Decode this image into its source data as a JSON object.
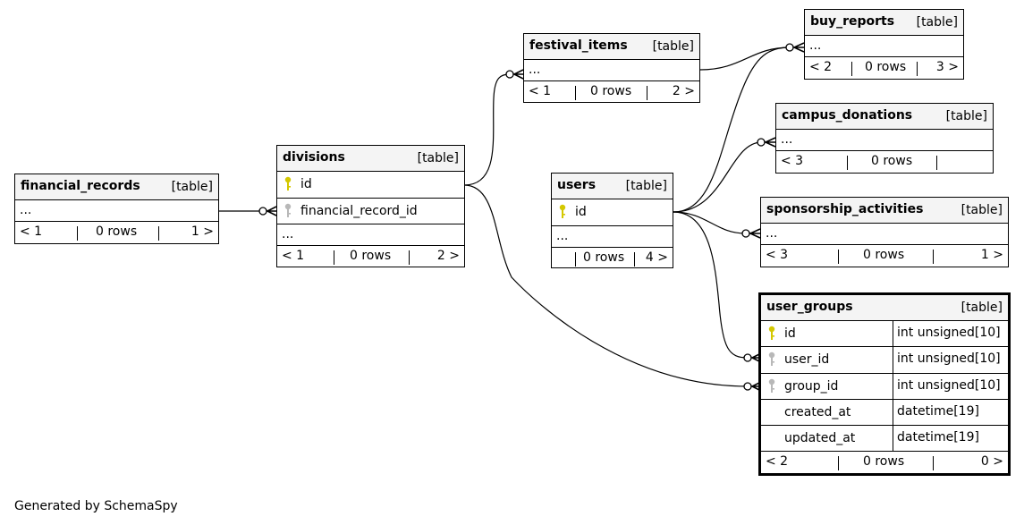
{
  "diagram": {
    "generator_note": "Generated by SchemaSpy",
    "tables": {
      "financial_records": {
        "name": "financial_records",
        "type": "[table]",
        "columns": [],
        "more": "...",
        "footer": {
          "parents": "< 1",
          "rows": "0 rows",
          "children": "1 >"
        }
      },
      "divisions": {
        "name": "divisions",
        "type": "[table]",
        "columns": [
          {
            "name": "id",
            "key": "primary"
          },
          {
            "name": "financial_record_id",
            "key": "foreign"
          }
        ],
        "more": "...",
        "footer": {
          "parents": "< 1",
          "rows": "0 rows",
          "children": "2 >"
        }
      },
      "festival_items": {
        "name": "festival_items",
        "type": "[table]",
        "columns": [],
        "more": "...",
        "footer": {
          "parents": "< 1",
          "rows": "0 rows",
          "children": "2 >"
        }
      },
      "users": {
        "name": "users",
        "type": "[table]",
        "columns": [
          {
            "name": "id",
            "key": "primary"
          }
        ],
        "more": "...",
        "footer": {
          "parents": "",
          "rows": "0 rows",
          "children": "4 >"
        }
      },
      "buy_reports": {
        "name": "buy_reports",
        "type": "[table]",
        "columns": [],
        "more": "...",
        "footer": {
          "parents": "< 2",
          "rows": "0 rows",
          "children": "3 >"
        }
      },
      "campus_donations": {
        "name": "campus_donations",
        "type": "[table]",
        "columns": [],
        "more": "...",
        "footer": {
          "parents": "< 3",
          "rows": "0 rows",
          "children": ""
        }
      },
      "sponsorship_activities": {
        "name": "sponsorship_activities",
        "type": "[table]",
        "columns": [],
        "more": "...",
        "footer": {
          "parents": "< 3",
          "rows": "0 rows",
          "children": "1 >"
        }
      },
      "user_groups": {
        "name": "user_groups",
        "type": "[table]",
        "columns": [
          {
            "name": "id",
            "key": "primary",
            "datatype": "int unsigned[10]"
          },
          {
            "name": "user_id",
            "key": "foreign",
            "datatype": "int unsigned[10]"
          },
          {
            "name": "group_id",
            "key": "foreign",
            "datatype": "int unsigned[10]"
          },
          {
            "name": "created_at",
            "key": "none",
            "datatype": "datetime[19]"
          },
          {
            "name": "updated_at",
            "key": "none",
            "datatype": "datetime[19]"
          }
        ],
        "footer": {
          "parents": "< 2",
          "rows": "0 rows",
          "children": "0 >"
        }
      }
    },
    "relationships": [
      {
        "from": "financial_records",
        "to": "divisions.financial_record_id",
        "cardinality": "one-to-many-optional"
      },
      {
        "from": "divisions.id",
        "to": "festival_items",
        "cardinality": "one-to-many-optional"
      },
      {
        "from": "divisions.id",
        "to": "user_groups.group_id",
        "cardinality": "one-to-many-optional"
      },
      {
        "from": "festival_items",
        "to": "buy_reports",
        "cardinality": "one-to-many-optional"
      },
      {
        "from": "users.id",
        "to": "buy_reports",
        "cardinality": "one-to-many-optional"
      },
      {
        "from": "users.id",
        "to": "campus_donations",
        "cardinality": "one-to-many-optional"
      },
      {
        "from": "users.id",
        "to": "sponsorship_activities",
        "cardinality": "one-to-many-optional"
      },
      {
        "from": "users.id",
        "to": "user_groups.user_id",
        "cardinality": "one-to-many-optional"
      }
    ],
    "colors": {
      "primary_key": "#d4c800",
      "foreign_key": "#b8b8b8",
      "header_bg": "#f4f4f4",
      "line": "#000000"
    }
  }
}
